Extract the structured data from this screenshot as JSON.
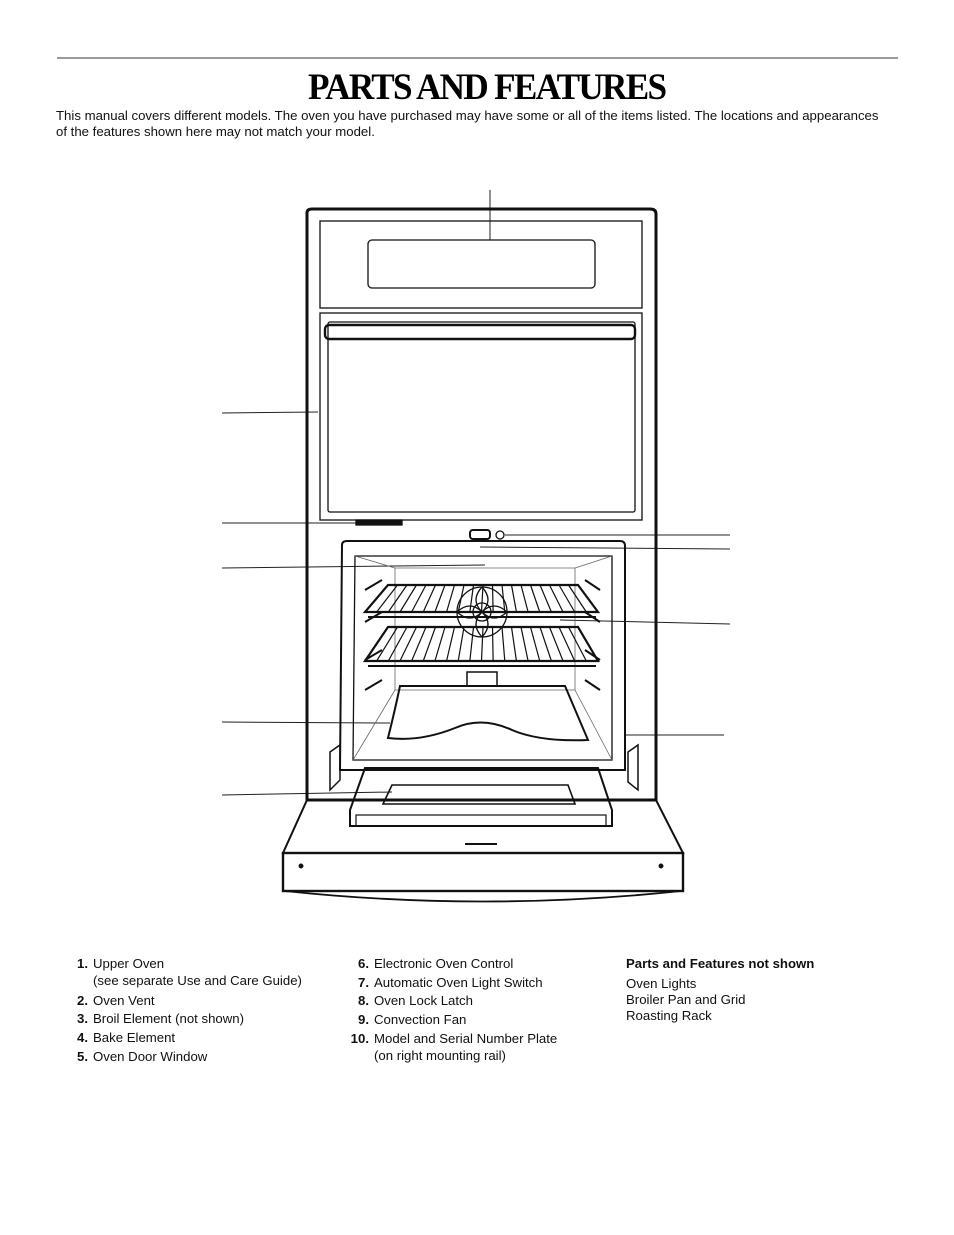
{
  "header": {
    "title": "PARTS AND FEATURES",
    "intro": "This manual covers different models. The oven you have purchased may have some or all of the items listed. The locations and appearances of the features shown here may not match your model."
  },
  "legend": {
    "left": [
      {
        "num": "1.",
        "label": "Upper Oven",
        "sub": "(see separate Use and Care Guide)"
      },
      {
        "num": "2.",
        "label": "Oven Vent"
      },
      {
        "num": "3.",
        "label": "Broil Element (not shown)"
      },
      {
        "num": "4.",
        "label": "Bake Element"
      },
      {
        "num": "5.",
        "label": "Oven Door Window"
      }
    ],
    "middle": [
      {
        "num": "6.",
        "label": "Electronic Oven Control"
      },
      {
        "num": "7.",
        "label": "Automatic Oven Light Switch"
      },
      {
        "num": "8.",
        "label": "Oven Lock Latch"
      },
      {
        "num": "9.",
        "label": "Convection Fan"
      },
      {
        "num": "10.",
        "label": "Model and Serial Number Plate",
        "sub": "(on right mounting rail)"
      }
    ]
  },
  "not_shown": {
    "heading": "Parts and Features not shown",
    "items": [
      "Oven Lights",
      "Broiler Pan and Grid",
      "Roasting Rack"
    ]
  }
}
